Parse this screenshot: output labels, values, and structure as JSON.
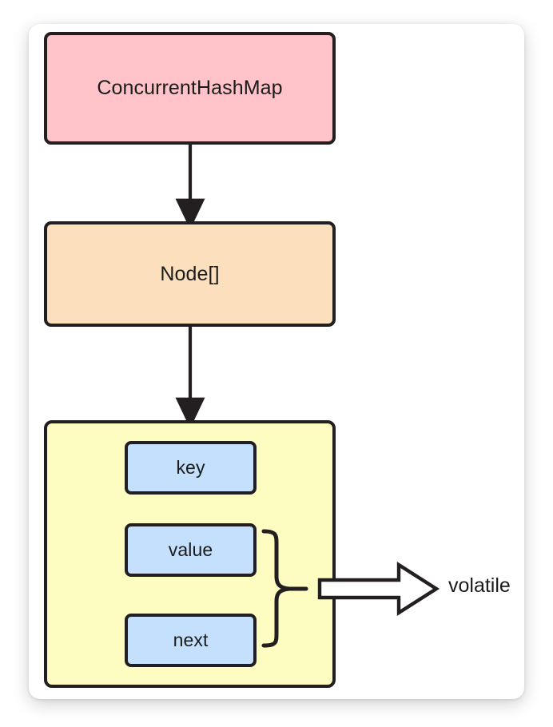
{
  "diagram": {
    "title_text": "",
    "palette": {
      "pink": "#ffc3c9",
      "orange": "#fce0bd",
      "yellow": "#fdfdc2",
      "blue": "#c4e0fc",
      "stroke": "#231f20",
      "text": "#1b1b1b",
      "canvas": "#ffffff",
      "arrow_fill": "#ffffff"
    },
    "nodes": [
      {
        "id": "concurrent-hash-map",
        "label": "ConcurrentHashMap",
        "fill": "#ffc3c9"
      },
      {
        "id": "node-array",
        "label": "Node[]",
        "fill": "#fce0bd"
      },
      {
        "id": "node-container",
        "label": "",
        "fill": "#fdfdc2"
      },
      {
        "id": "field-key",
        "label": "key",
        "fill": "#c4e0fc"
      },
      {
        "id": "field-value",
        "label": "value",
        "fill": "#c4e0fc"
      },
      {
        "id": "field-next",
        "label": "next",
        "fill": "#c4e0fc"
      }
    ],
    "connectors": [
      {
        "id": "chm-to-nodearray",
        "from": "concurrent-hash-map",
        "to": "node-array",
        "style": "solid-arrow-down"
      },
      {
        "id": "nodearray-to-node",
        "from": "node-array",
        "to": "node-container",
        "style": "solid-arrow-down"
      }
    ],
    "brace": {
      "id": "value-next-brace",
      "groups": [
        "value",
        "next"
      ],
      "orientation": "right"
    },
    "callout": {
      "id": "volatile-callout",
      "arrow_style": "block-arrow-right",
      "label": "volatile"
    }
  }
}
